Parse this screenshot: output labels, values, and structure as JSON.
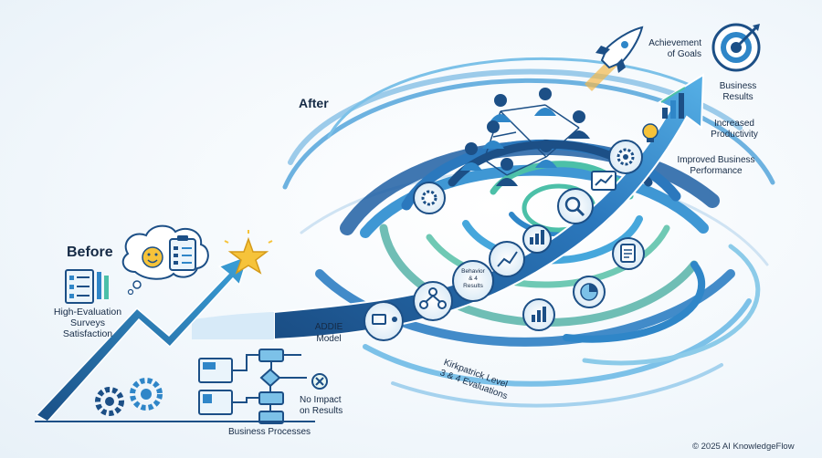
{
  "before": {
    "title": "Before",
    "survey_line1": "High-Evaluation",
    "survey_line2": "Surveys",
    "survey_line3": "Satisfaction",
    "no_impact_line1": "No Impact",
    "no_impact_line2": "on Results",
    "processes": "Business Processes"
  },
  "after": {
    "title": "After",
    "addie_line1": "ADDIE",
    "addie_line2": "Model",
    "behavior_line1": "Behavior",
    "behavior_line2": "& 4",
    "behavior_line3": "Results",
    "kirk_line1": "Kirkpatrick Level",
    "kirk_line2": "3 & 4 Evaluations"
  },
  "outcomes": {
    "goals_line1": "Achievement",
    "goals_line2": "of Goals",
    "business_line1": "Business",
    "business_line2": "Results",
    "productivity_line1": "Increased",
    "productivity_line2": "Productivity",
    "performance_line1": "Improved Business",
    "performance_line2": "Performance"
  },
  "footer": {
    "copyright": "© 2025 AI KnowledgeFlow"
  },
  "colors": {
    "navy": "#1c4f86",
    "blue": "#2f86c8",
    "light_blue": "#7cc1e8",
    "teal": "#4cc0a8",
    "star": "#f6c33a",
    "dark_text": "#152a45"
  },
  "icons": [
    "star-icon",
    "smiley-icon",
    "clipboard-icon",
    "gear-icon",
    "monitor-icon",
    "flowchart-icon",
    "x-circle-icon",
    "rocket-icon",
    "target-icon",
    "people-icon",
    "bar-chart-icon",
    "lightbulb-icon",
    "pie-chart-icon",
    "document-icon"
  ]
}
